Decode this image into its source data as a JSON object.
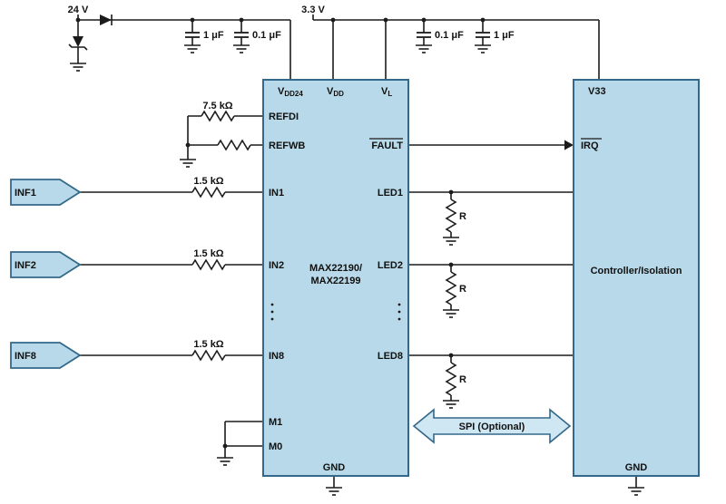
{
  "colors": {
    "box_fill": "#b7d9e9",
    "box_stroke": "#33688a",
    "wire": "#1c1c1c",
    "spi_fill": "#cfe7f3",
    "bg": "#ffffff"
  },
  "power": {
    "v24": "24 V",
    "v33": "3.3 V"
  },
  "capacitors": {
    "c1": "1 μF",
    "c2": "0.1 μF",
    "c3": "0.1 μF",
    "c4": "1 μF"
  },
  "resistors": {
    "r_refdi": "7.5 kΩ",
    "r_in1": "1.5 kΩ",
    "r_in2": "1.5 kΩ",
    "r_in8": "1.5 kΩ",
    "r_led1": "R",
    "r_led2": "R",
    "r_led8": "R"
  },
  "inputs": [
    {
      "label": "INF1"
    },
    {
      "label": "INF2"
    },
    {
      "label": "INF8"
    }
  ],
  "main_ic": {
    "name_line1": "MAX22190/",
    "name_line2": "MAX22199",
    "pins": {
      "vdd24_base": "V",
      "vdd24_sub": "DD24",
      "vdd_base": "V",
      "vdd_sub": "DD",
      "vl_base": "V",
      "vl_sub": "L",
      "refdi": "REFDI",
      "refwb": "REFWB",
      "in1": "IN1",
      "in2": "IN2",
      "in8": "IN8",
      "m1": "M1",
      "m0": "M0",
      "fault": "FAULT",
      "led1": "LED1",
      "led2": "LED2",
      "led8": "LED8",
      "gnd": "GND"
    }
  },
  "controller": {
    "title": "Controller/Isolation",
    "pins": {
      "v33": "V33",
      "irq": "IRQ",
      "gnd": "GND"
    }
  },
  "spi": {
    "label": "SPI (Optional)"
  }
}
